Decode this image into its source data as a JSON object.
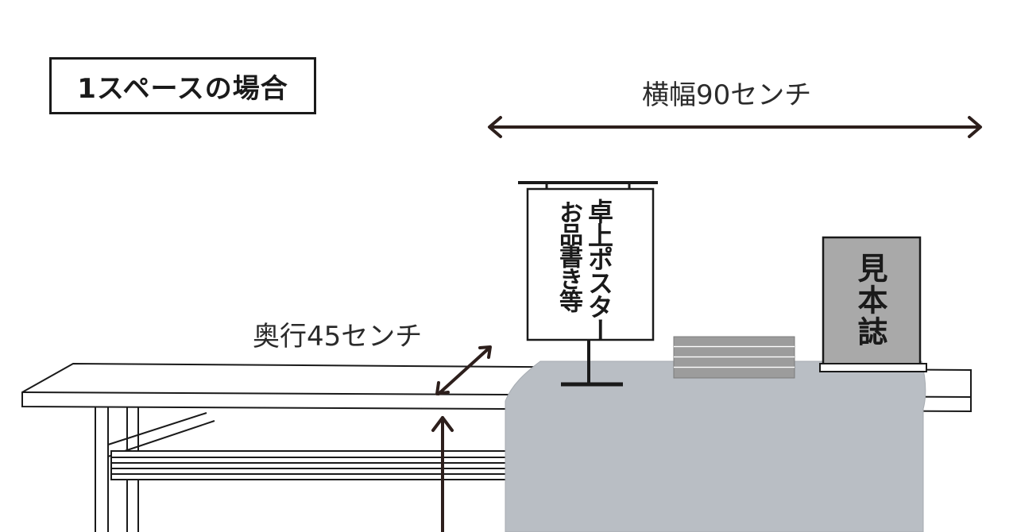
{
  "title": "1スペースの場合",
  "width_dimension": "横幅90センチ",
  "depth_dimension": "奥行45センチ",
  "poster": {
    "line1": "卓上ポスター",
    "line2": "お品書き等"
  },
  "sample_book": "見本誌",
  "colors": {
    "ink": "#2d1f1c",
    "tablecloth": "#b9bec4",
    "sample_book_fill": "#a9a9a9",
    "book_stack": "#9a9a9a"
  }
}
